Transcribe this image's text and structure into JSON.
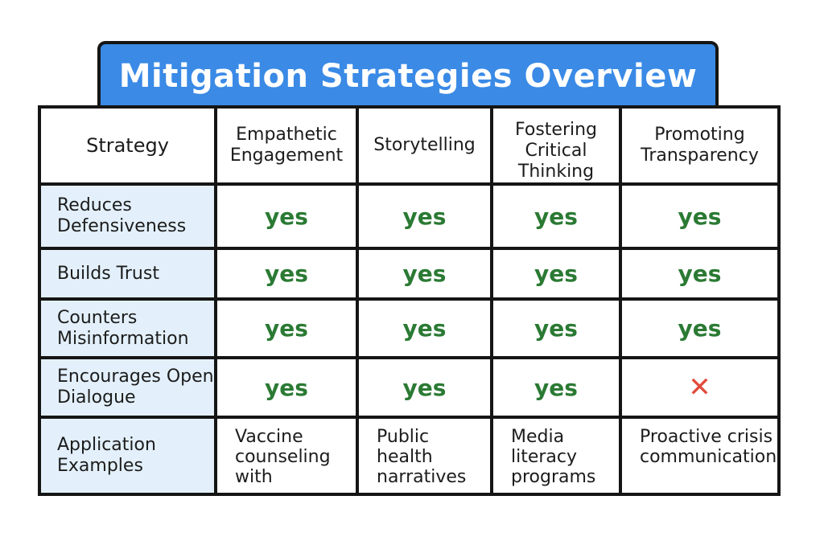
{
  "title": "Mitigation Strategies Overview",
  "header": {
    "corner": "Strategy",
    "columns": [
      "Empathetic Engagement",
      "Storytelling",
      "Fostering Critical Thinking",
      "Promoting Transparency"
    ]
  },
  "rows": [
    {
      "label": "Reduces Defensiveness",
      "values": [
        "yes",
        "yes",
        "yes",
        "yes"
      ]
    },
    {
      "label": "Builds Trust",
      "values": [
        "yes",
        "yes",
        "yes",
        "yes"
      ]
    },
    {
      "label": "Counters Misinformation",
      "values": [
        "yes",
        "yes",
        "yes",
        "yes"
      ]
    },
    {
      "label": "Encourages Open Dialogue",
      "values": [
        "yes",
        "yes",
        "yes",
        "✕"
      ]
    }
  ],
  "examples": {
    "label": "Application Examples",
    "values": [
      "Vaccine counseling with",
      "Public health narratives",
      "Media literacy programs",
      "Proactive crisis communication"
    ]
  },
  "colors": {
    "banner": "#3a8ae6",
    "row_label_bg": "#e3f0fb",
    "yes": "#2b7a34",
    "no": "#e24b3b"
  }
}
